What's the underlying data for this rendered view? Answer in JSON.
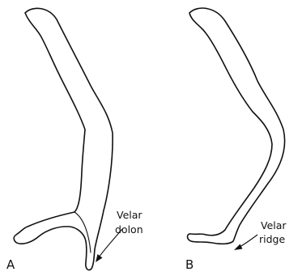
{
  "panels": [
    {
      "letter": "A",
      "callout_line1": "Velar",
      "callout_line2": "dolon"
    },
    {
      "letter": "B",
      "callout_line1": "Velar",
      "callout_line2": "ridge"
    }
  ]
}
